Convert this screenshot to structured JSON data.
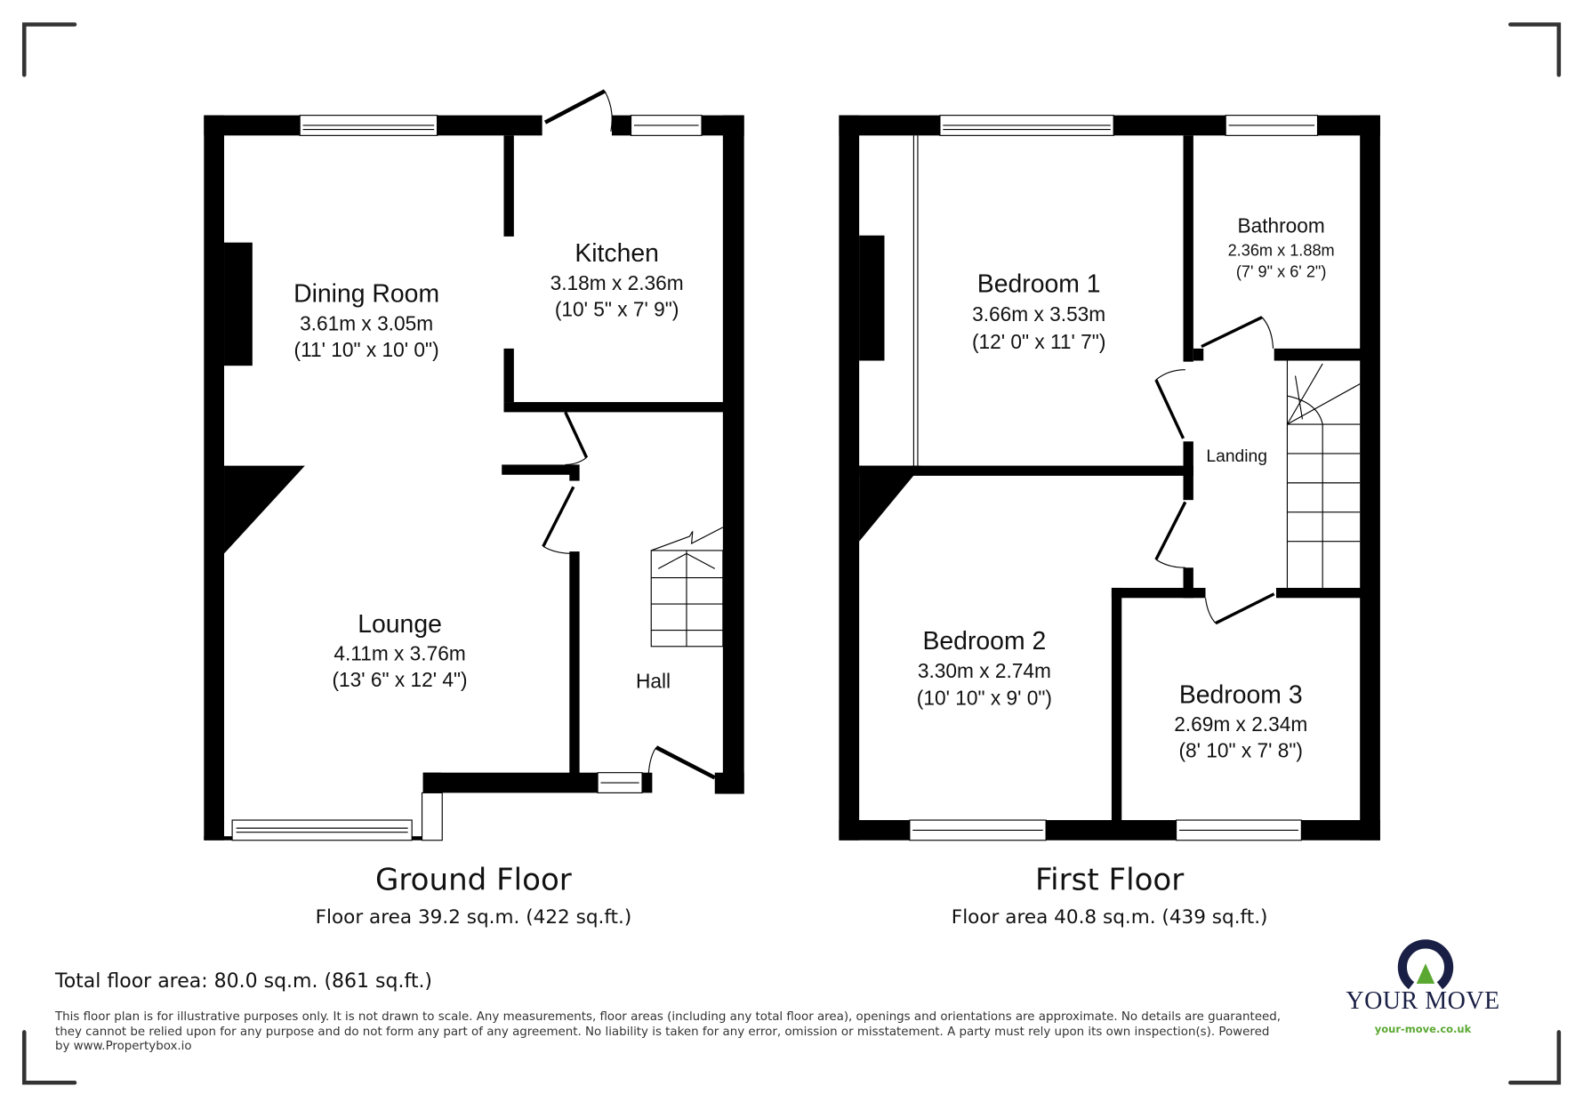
{
  "ground_floor": {
    "title": "Ground Floor",
    "area": "Floor area 39.2 sq.m. (422 sq.ft.)",
    "rooms": [
      {
        "name": "Dining Room",
        "metric": "3.61m x 3.05m",
        "imperial": "(11' 10\" x 10' 0\")"
      },
      {
        "name": "Kitchen",
        "metric": "3.18m x 2.36m",
        "imperial": "(10' 5\" x 7' 9\")"
      },
      {
        "name": "Lounge",
        "metric": "4.11m x 3.76m",
        "imperial": "(13' 6\" x 12' 4\")"
      },
      {
        "name": "Hall"
      }
    ]
  },
  "first_floor": {
    "title": "First Floor",
    "area": "Floor area 40.8 sq.m. (439 sq.ft.)",
    "rooms": [
      {
        "name": "Bedroom 1",
        "metric": "3.66m x 3.53m",
        "imperial": "(12' 0\" x 11' 7\")"
      },
      {
        "name": "Bathroom",
        "metric": "2.36m x 1.88m",
        "imperial": "(7' 9\" x 6' 2\")"
      },
      {
        "name": "Landing"
      },
      {
        "name": "Bedroom 2",
        "metric": "3.30m x 2.74m",
        "imperial": "(10' 10\" x 9' 0\")"
      },
      {
        "name": "Bedroom 3",
        "metric": "2.69m x 2.34m",
        "imperial": "(8' 10\" x 7' 8\")"
      }
    ]
  },
  "total_area": "Total floor area: 80.0 sq.m. (861 sq.ft.)",
  "disclaimer": "This floor plan is for illustrative purposes only. It is not drawn to scale. Any measurements, floor areas (including any total floor area), openings and orientations are approximate. No details are guaranteed, they cannot be relied upon for any purpose and do not form any part of any agreement. No liability is taken for any error, omission or misstatement. A party must rely upon its own inspection(s). Powered by www.Propertybox.io",
  "logo": {
    "name": "YOUR MOVE",
    "url": "your-move.co.uk",
    "colors": {
      "navy": "#1a1f45",
      "green": "#5aa832"
    }
  }
}
